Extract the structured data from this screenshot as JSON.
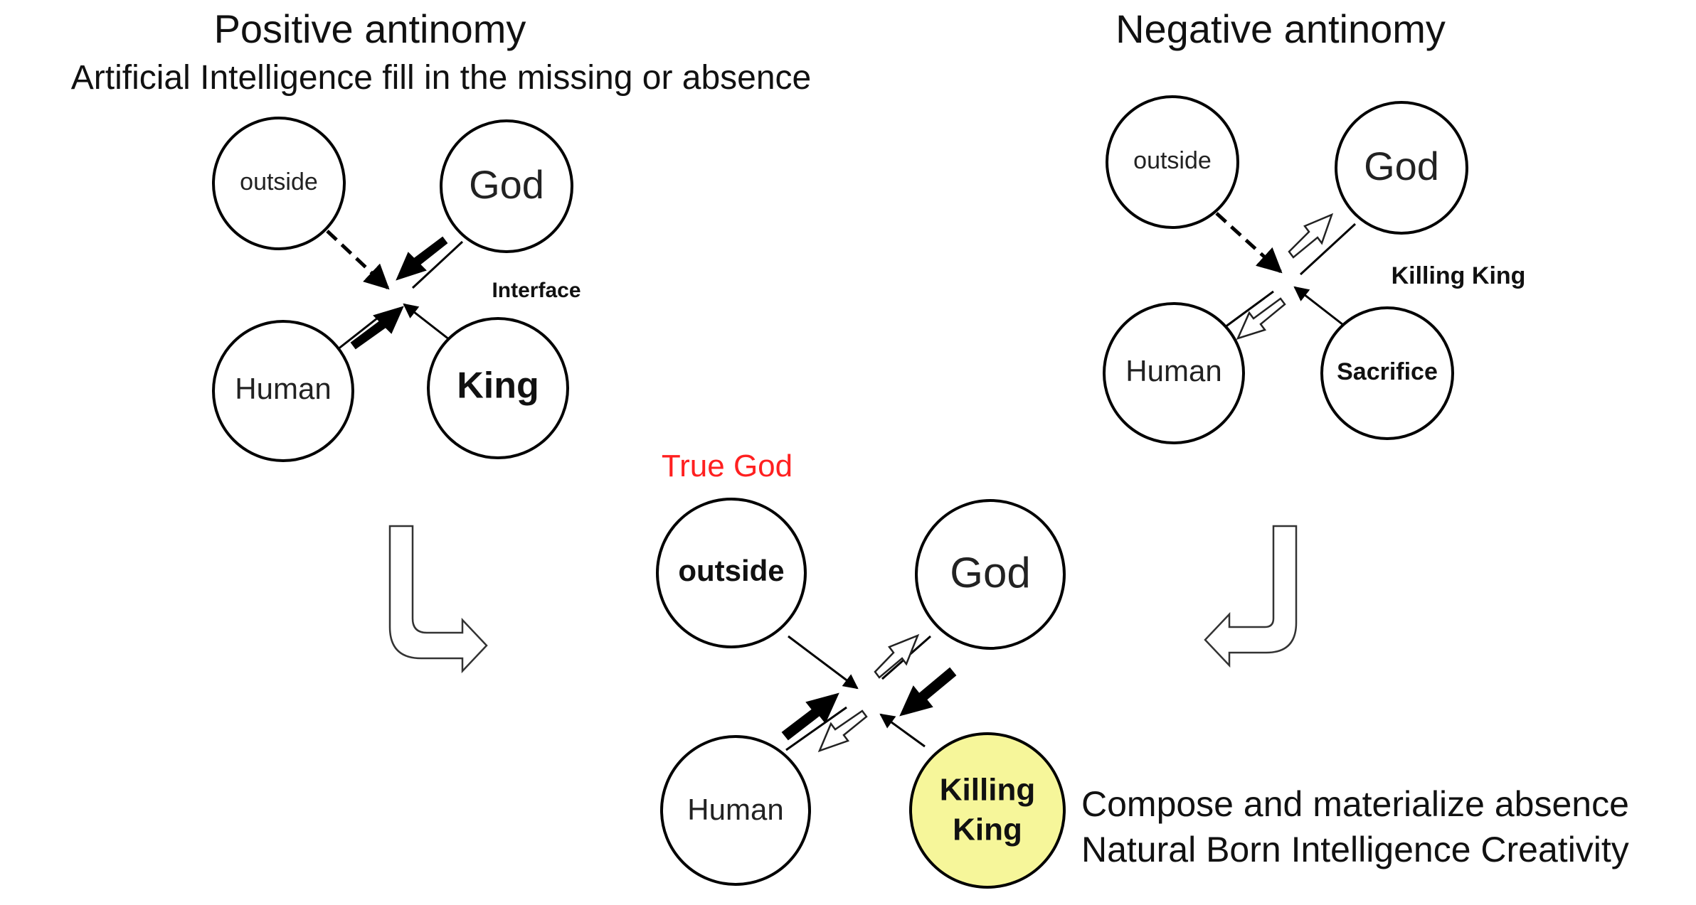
{
  "colors": {
    "true_god": "#ff2020",
    "highlight": "#f6f69a",
    "stroke": "#000000"
  },
  "left": {
    "title": "Positive antinomy",
    "subtitle": "Artificial Intelligence fill in the missing or absence",
    "nodes": {
      "outside": "outside",
      "god": "God",
      "human": "Human",
      "king": "King"
    },
    "annotation": "Interface"
  },
  "right": {
    "title": "Negative antinomy",
    "nodes": {
      "outside": "outside",
      "god": "God",
      "human": "Human",
      "sacrifice": "Sacrifice"
    },
    "annotation": "Killing King"
  },
  "center": {
    "true_god": "True God",
    "nodes": {
      "outside": "outside",
      "god": "God",
      "human": "Human",
      "killing_king_1": "Killing",
      "killing_king_2": "King"
    },
    "caption_1": "Compose and materialize absence",
    "caption_2": "Natural Born Intelligence Creativity"
  }
}
